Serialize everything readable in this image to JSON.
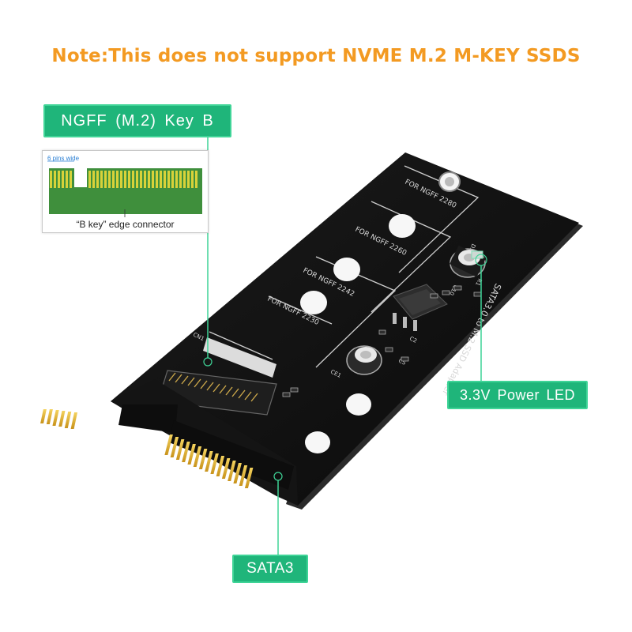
{
  "note": "Note:This does not support NVME M.2 M-KEY SSDS",
  "labels": {
    "ngff": "NGFF (M.2) Key B",
    "power_led": "3.3V Power LED",
    "sata": "SATA3"
  },
  "inset": {
    "pins_note": "6 pins wide",
    "caption": "“B key” edge connector"
  },
  "board": {
    "positions": [
      "FOR NGFF 2280",
      "FOR NGFF 2260",
      "FOR NGFF 2242",
      "FOR NGFF 2230"
    ],
    "silkscreen": "SATA3.0 to M.2 SSD Adapter",
    "refs": [
      "CN1",
      "CE1",
      "C10",
      "D1",
      "C5",
      "R1",
      "C2"
    ]
  },
  "colors": {
    "accent_orange": "#f39a22",
    "label_green": "#1fb57a",
    "pcb_black": "#121212",
    "gold": "#e6b422"
  }
}
